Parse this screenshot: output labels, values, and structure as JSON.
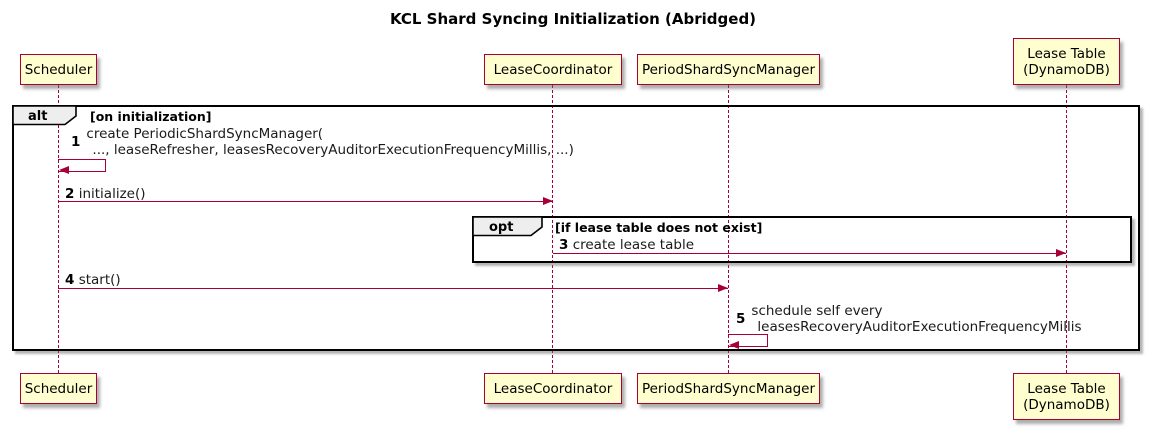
{
  "title": "KCL Shard Syncing Initialization (Abridged)",
  "diagram_type": "sequence-diagram",
  "participants": [
    {
      "name": "Scheduler"
    },
    {
      "name": "LeaseCoordinator"
    },
    {
      "name": "PeriodShardSyncManager"
    },
    {
      "name": "Lease Table",
      "name2": "(DynamoDB)"
    }
  ],
  "frames": {
    "alt": {
      "label": "alt",
      "condition": "[on initialization]"
    },
    "opt": {
      "label": "opt",
      "condition": "[if lease table does not exist]"
    }
  },
  "messages": [
    {
      "num": "1",
      "kind": "self",
      "from": "Scheduler",
      "to": "Scheduler",
      "line1": "create PeriodicShardSyncManager(",
      "line2": "..., leaseRefresher, leasesRecoveryAuditorExecutionFrequencyMillis, ...)"
    },
    {
      "num": "2",
      "kind": "call",
      "from": "Scheduler",
      "to": "LeaseCoordinator",
      "line1": "initialize()"
    },
    {
      "num": "3",
      "kind": "call",
      "from": "LeaseCoordinator",
      "to": "Lease Table (DynamoDB)",
      "line1": "create lease table"
    },
    {
      "num": "4",
      "kind": "call",
      "from": "Scheduler",
      "to": "PeriodShardSyncManager",
      "line1": "start()"
    },
    {
      "num": "5",
      "kind": "self",
      "from": "PeriodShardSyncManager",
      "to": "PeriodShardSyncManager",
      "line1": "schedule self every",
      "line2": "leasesRecoveryAuditorExecutionFrequencyMillis"
    }
  ],
  "colors": {
    "participant_fill": "#FEFECE",
    "participant_border": "#A80036",
    "lifeline": "#A80036",
    "arrow": "#A80036",
    "frame_border": "#000000",
    "frame_label_fill": "#EEEEEE",
    "background": "#FFFFFF",
    "text": "#000000"
  }
}
